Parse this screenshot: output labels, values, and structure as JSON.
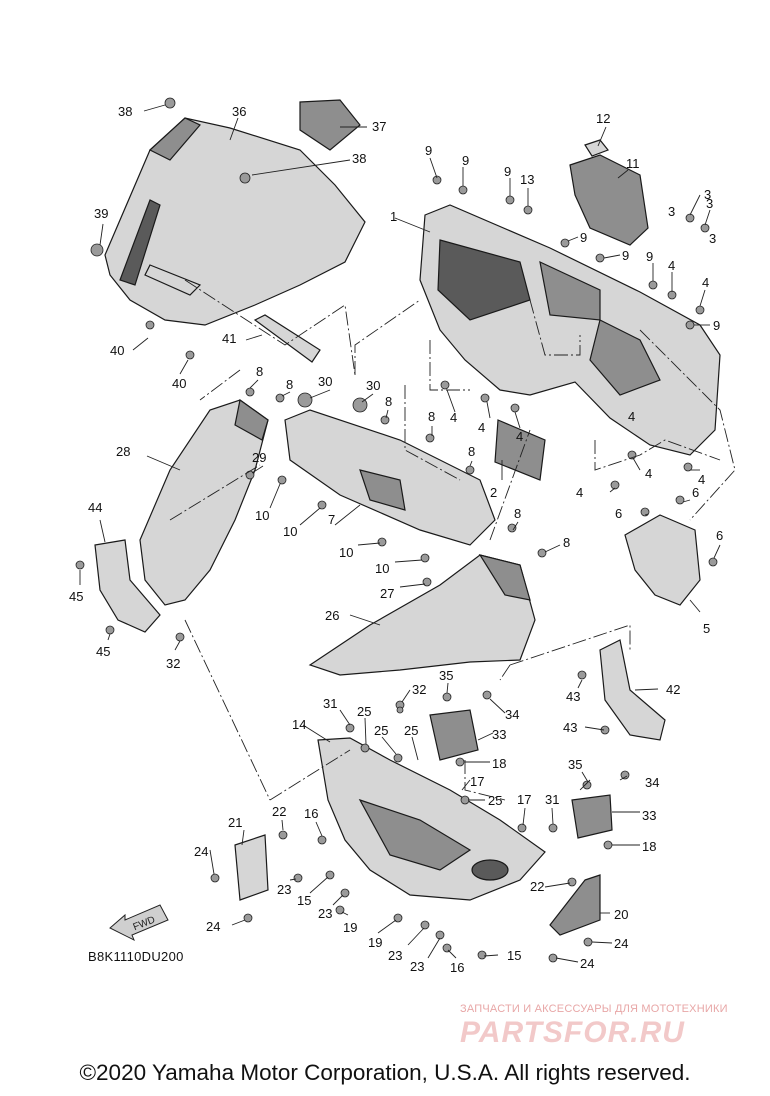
{
  "diagram": {
    "callouts": [
      "1",
      "2",
      "3",
      "4",
      "5",
      "6",
      "7",
      "8",
      "9",
      "10",
      "11",
      "12",
      "13",
      "14",
      "15",
      "16",
      "17",
      "18",
      "19",
      "20",
      "21",
      "22",
      "23",
      "24",
      "25",
      "26",
      "27",
      "28",
      "29",
      "30",
      "31",
      "32",
      "33",
      "34",
      "35",
      "36",
      "37",
      "38",
      "39",
      "40",
      "41",
      "42",
      "43",
      "44",
      "45"
    ],
    "fwd_arrow_label": "FWD",
    "reference_code": "B8K1110DU200"
  },
  "watermark": {
    "tagline": "ЗАПЧАСТИ И АКСЕССУАРЫ ДЛЯ МОТОТЕХНИКИ",
    "brand": "PARTSFOR.RU"
  },
  "footer": {
    "copyright": "©2020 Yamaha Motor Corporation, U.S.A. All rights reserved."
  }
}
